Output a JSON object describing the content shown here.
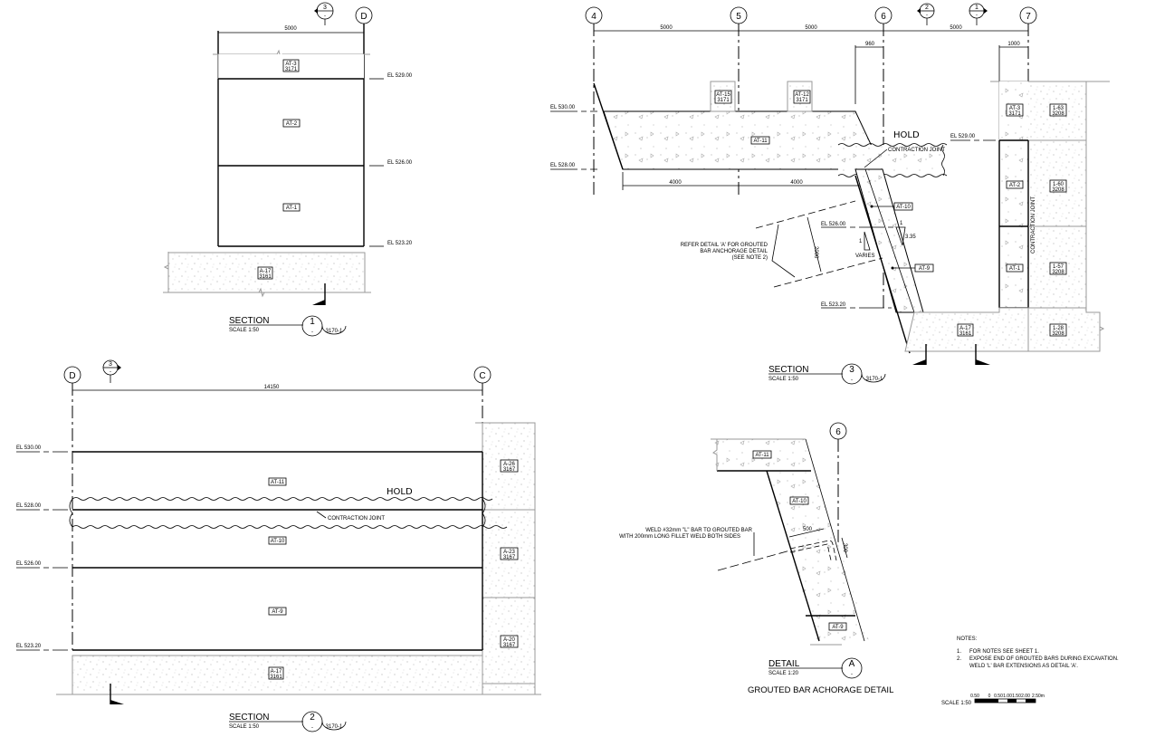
{
  "section1": {
    "grid_D": "D",
    "section_marker": {
      "num": "3",
      "sheet": "-"
    },
    "dim_width": "5000",
    "elevations": [
      "EL 529.00",
      "EL 526.00",
      "EL 523.20"
    ],
    "tags": [
      {
        "id": "AT-3",
        "ref": "3171"
      },
      {
        "id": "AT-2",
        "ref": ""
      },
      {
        "id": "AT-1",
        "ref": ""
      },
      {
        "id": "A-17",
        "ref": "3161"
      }
    ],
    "title": {
      "label": "SECTION",
      "scale": "SCALE 1:50",
      "num": "1",
      "sheet": "-",
      "ref": "3170-1"
    }
  },
  "section3": {
    "grids": [
      "4",
      "5",
      "6",
      "7"
    ],
    "section_markers": [
      {
        "num": "2",
        "sheet": "-"
      },
      {
        "num": "1",
        "sheet": "-"
      }
    ],
    "dims_top": [
      "5000",
      "5000",
      "5000"
    ],
    "dims_offset": [
      "960",
      "1000"
    ],
    "dims_bottom": [
      "4000",
      "4000"
    ],
    "elevations": [
      "EL 530.00",
      "EL 528.00",
      "EL 529.00",
      "EL 526.00",
      "EL 523.20"
    ],
    "hold_label": "HOLD",
    "contraction_joint": "CONTRACTION JOINT",
    "contraction_joint_vertical": "CONTRACTION JOINT",
    "tags": [
      {
        "id": "AT-15",
        "ref": "3171"
      },
      {
        "id": "AT-12",
        "ref": "3171"
      },
      {
        "id": "AT-11",
        "ref": ""
      },
      {
        "id": "AT-10",
        "ref": ""
      },
      {
        "id": "AT-9",
        "ref": ""
      },
      {
        "id": "AT-3",
        "ref": "3171"
      },
      {
        "id": "AT-2",
        "ref": ""
      },
      {
        "id": "AT-1",
        "ref": ""
      },
      {
        "id": "1-63",
        "ref": "3208"
      },
      {
        "id": "1-60",
        "ref": "3208"
      },
      {
        "id": "1-57",
        "ref": "3208"
      },
      {
        "id": "1-28",
        "ref": "3208"
      },
      {
        "id": "A-17",
        "ref": "3161"
      }
    ],
    "refer_note": [
      "REFER DETAIL 'A' FOR GROUTED",
      "BAR ANCHORAGE DETAIL",
      "(SEE NOTE 2)"
    ],
    "dim_anchor": "2000",
    "slope": {
      "rise": "1",
      "run": "3.35"
    },
    "varies": {
      "rise": "1",
      "label": "VARIES"
    },
    "title": {
      "label": "SECTION",
      "scale": "SCALE 1:50",
      "num": "3",
      "sheet": "-",
      "ref": "3170-1"
    }
  },
  "section2": {
    "grids": [
      "D",
      "C"
    ],
    "section_marker": {
      "num": "3",
      "sheet": "-"
    },
    "dim_width": "14150",
    "elevations": [
      "EL 530.00",
      "EL 528.00",
      "EL 526.00",
      "EL 523.20"
    ],
    "hold_label": "HOLD",
    "contraction_joint": "CONTRACTION JOINT",
    "tags": [
      {
        "id": "AT-11",
        "ref": ""
      },
      {
        "id": "AT-10",
        "ref": ""
      },
      {
        "id": "AT-9",
        "ref": ""
      },
      {
        "id": "A-17",
        "ref": "3161"
      },
      {
        "id": "A-26",
        "ref": "3167"
      },
      {
        "id": "A-23",
        "ref": "3167"
      },
      {
        "id": "A-20",
        "ref": "3167"
      }
    ],
    "title": {
      "label": "SECTION",
      "scale": "SCALE 1:50",
      "num": "2",
      "sheet": "-",
      "ref": "3170-1"
    }
  },
  "detailA": {
    "grid": "6",
    "tags": [
      {
        "id": "AT-11"
      },
      {
        "id": "AT-10"
      },
      {
        "id": "AT-9"
      }
    ],
    "weld_note": [
      "WELD #32mm \"L\" BAR TO GROUTED BAR",
      "WITH 200mm LONG FILLET WELD BOTH SIDES"
    ],
    "dim_500": "500",
    "dim_300": "300",
    "title": {
      "label": "DETAIL",
      "scale": "SCALE 1:20",
      "num": "A",
      "sheet": "-"
    },
    "subtitle": "GROUTED BAR ACHORAGE DETAIL"
  },
  "notes": {
    "heading": "NOTES:",
    "items": [
      {
        "num": "1.",
        "text": "FOR NOTES SEE SHEET 1."
      },
      {
        "num": "2.",
        "text": "EXPOSE END OF GROUTED BARS DURING EXCAVATION."
      },
      {
        "num": "",
        "text": "WELD 'L' BAR EXTENSIONS AS DETAIL 'A'."
      }
    ]
  },
  "scale_bar": {
    "label": "SCALE 1:50",
    "ticks": [
      "0.50",
      "0",
      "0.50",
      "1.00",
      "1.50",
      "2.00",
      "2.50m"
    ]
  }
}
